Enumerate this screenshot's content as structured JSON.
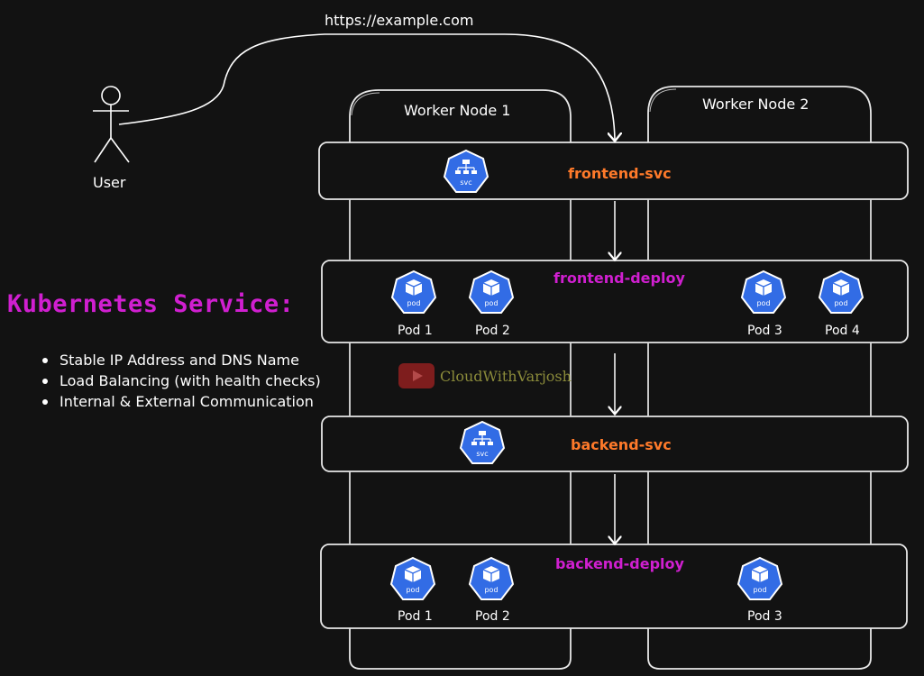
{
  "url": "https://example.com",
  "user": {
    "label": "User"
  },
  "nodes": [
    "Worker Node 1",
    "Worker Node 2"
  ],
  "frontend_svc": {
    "label": "frontend-svc",
    "icon": "service-icon",
    "icon_text": "svc"
  },
  "frontend_deploy": {
    "label": "frontend-deploy",
    "pods": [
      {
        "label": "Pod 1",
        "icon_text": "pod"
      },
      {
        "label": "Pod 2",
        "icon_text": "pod"
      },
      {
        "label": "Pod 3",
        "icon_text": "pod"
      },
      {
        "label": "Pod 4",
        "icon_text": "pod"
      }
    ]
  },
  "backend_svc": {
    "label": "backend-svc",
    "icon": "service-icon",
    "icon_text": "svc"
  },
  "backend_deploy": {
    "label": "backend-deploy",
    "pods": [
      {
        "label": "Pod 1",
        "icon_text": "pod"
      },
      {
        "label": "Pod 2",
        "icon_text": "pod"
      },
      {
        "label": "Pod 3",
        "icon_text": "pod"
      }
    ]
  },
  "info": {
    "title": "Kubernetes Service:",
    "bullets": [
      "Stable IP Address and DNS Name",
      "Load Balancing (with health checks)",
      "Internal & External Communication"
    ]
  },
  "watermark": {
    "text": "CloudWithVarjosh",
    "icon": "youtube-play-icon"
  },
  "colors": {
    "background": "#121212",
    "svc_label": "#ff7a2a",
    "deploy_label": "#d01fd0",
    "title": "#d01fd0",
    "k8s_icon": "#326ce5"
  }
}
